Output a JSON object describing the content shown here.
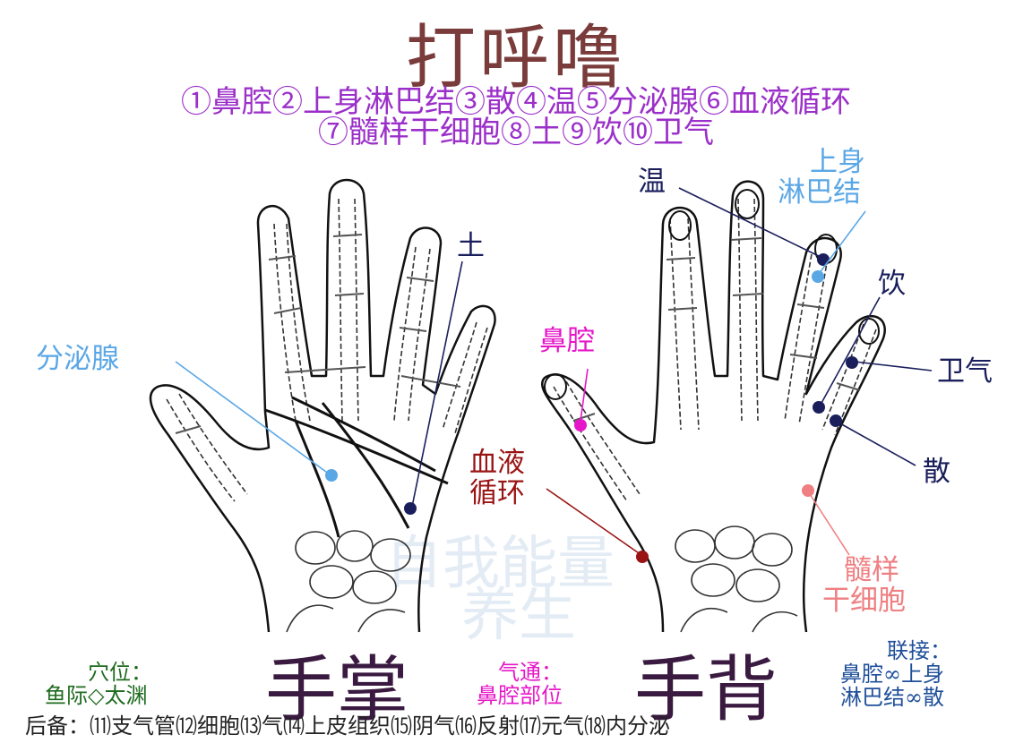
{
  "title": "打呼噜",
  "legend": {
    "line1": "①鼻腔②上身淋巴结③散④温⑤分泌腺⑥血液循环",
    "line2": "⑦髓样干细胞⑧土⑨饮⑩卫气"
  },
  "palm": {
    "caption": "手掌",
    "labels": {
      "fenmixian": "分泌腺",
      "tu": "土"
    }
  },
  "back": {
    "caption": "手背",
    "labels": {
      "wen": "温",
      "shangshen_line1": "上身",
      "shangshen_line2": "淋巴结",
      "yin": "饮",
      "biqiang": "鼻腔",
      "weiqi": "卫气",
      "xueye_line1": "血液",
      "xueye_line2": "循环",
      "san": "散",
      "suiyang_line1": "髓样",
      "suiyang_line2": "干细胞"
    }
  },
  "watermark": {
    "line1": "自我能量",
    "line2": "养生"
  },
  "bottom": {
    "xuewei_title": "穴位：",
    "xuewei_value": "鱼际◇太渊",
    "qitong_title": "气通：",
    "qitong_value": "鼻腔部位",
    "lianjie_title": "联接：",
    "lianjie_line1": "鼻腔∞上身",
    "lianjie_line2": "淋巴结∞散",
    "houbei": "后备：⑾支气管⑿细胞⒀气⒁上皮组织⒂阴气⒃反射⒄元气⒅内分泌"
  },
  "colors": {
    "title": "#7a3b3b",
    "legend": "#9b2fc9",
    "navy": "#1a1f5c",
    "light_blue": "#5aa7e6",
    "magenta": "#e617c8",
    "dark_red": "#9a1414",
    "salmon": "#ef7f82",
    "green": "#1f6b1f"
  }
}
